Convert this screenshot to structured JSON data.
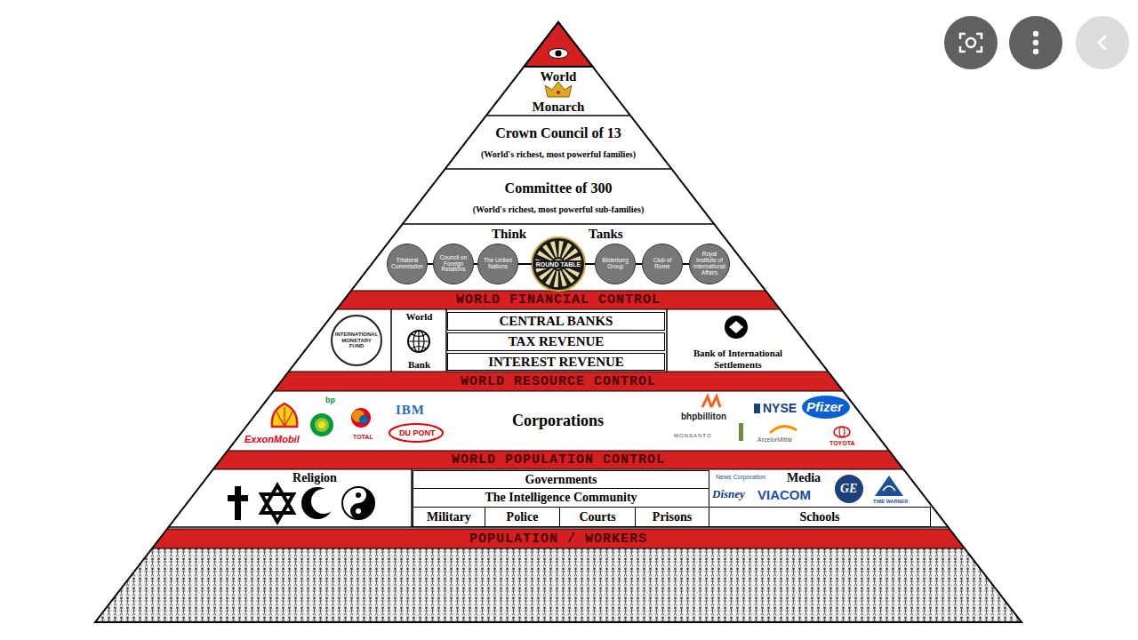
{
  "diagram": {
    "nodes": [
      {
        "text": [
          "World",
          "Monarch"
        ]
      },
      {
        "text": [
          "Crown Council of 13",
          "(World's richest, most powerful families)"
        ]
      },
      {
        "text": [
          "Committee of 300",
          "(World's richest, most powerful sub-families)"
        ]
      },
      {
        "text": [
          "Think",
          "Tanks"
        ]
      },
      {
        "text": [
          "Trilateral Commission"
        ],
        "in": 3
      },
      {
        "text": [
          "Council on Foreign Relations"
        ],
        "in": 3
      },
      {
        "text": [
          "The United Nations"
        ],
        "in": 3
      },
      {
        "text": [
          "ROUND TABLE"
        ],
        "in": 3
      },
      {
        "text": [
          "Bilderberg Group"
        ],
        "in": 3
      },
      {
        "text": [
          "Club of Rome"
        ],
        "in": 3
      },
      {
        "text": [
          "Royal Institute of International Affairs"
        ],
        "in": 3
      },
      {
        "text": [
          "WORLD FINANCIAL CONTROL"
        ]
      },
      {
        "text": [
          "INTERNATIONAL MONETARY FUND"
        ]
      },
      {
        "text": [
          "World",
          "Bank"
        ]
      },
      {
        "text": [
          "CENTRAL BANKS"
        ]
      },
      {
        "text": [
          "TAX REVENUE"
        ]
      },
      {
        "text": [
          "INTEREST REVENUE"
        ]
      },
      {
        "text": [
          "Bank of International Settlements"
        ]
      },
      {
        "text": [
          "WORLD RESOURCE CONTROL"
        ]
      },
      {
        "text": [
          "Corporations"
        ]
      },
      {
        "text": [
          "WORLD POPULATION CONTROL"
        ]
      },
      {
        "text": [
          "Religion"
        ]
      },
      {
        "text": [
          "Governments"
        ]
      },
      {
        "text": [
          "The Intelligence Community"
        ]
      },
      {
        "text": [
          "Military"
        ]
      },
      {
        "text": [
          "Police"
        ]
      },
      {
        "text": [
          "Courts"
        ]
      },
      {
        "text": [
          "Prisons"
        ]
      },
      {
        "text": [
          "Media"
        ]
      },
      {
        "text": [
          "Schools"
        ]
      },
      {
        "text": [
          "POPULATION / WORKERS"
        ]
      }
    ],
    "edges": [
      {
        "from": 4,
        "to": 5,
        "arrow": "none"
      },
      {
        "from": 5,
        "to": 6,
        "arrow": "none"
      },
      {
        "from": 6,
        "to": 7,
        "arrow": "none"
      },
      {
        "from": 7,
        "to": 8,
        "arrow": "none"
      },
      {
        "from": 8,
        "to": 9,
        "arrow": "none"
      },
      {
        "from": 9,
        "to": 10,
        "arrow": "none"
      }
    ],
    "labels": [
      "ExxonMobil",
      "bp",
      "TOTAL",
      "IBM",
      "DU PONT",
      "bhpbilliton",
      "NYSE",
      "Pfizer",
      "MONSANTO",
      "ArcelorMittal",
      "TOYOTA",
      "News Corporation",
      "Disney",
      "VIACOM",
      "GE",
      "TIME WARNER"
    ]
  }
}
